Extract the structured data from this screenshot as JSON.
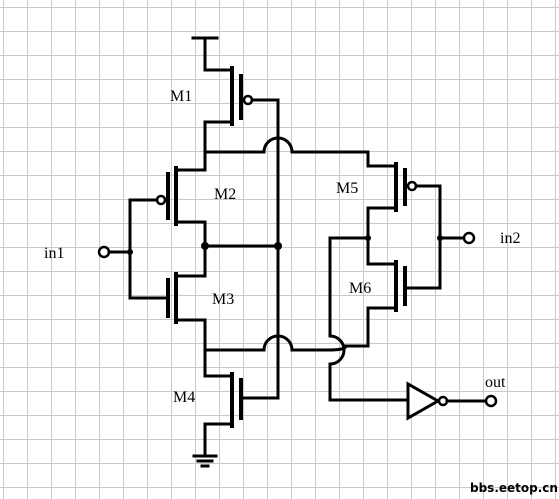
{
  "labels": {
    "m1": "M1",
    "m2": "M2",
    "m3": "M3",
    "m4": "M4",
    "m5": "M5",
    "m6": "M6",
    "in1": "in1",
    "in2": "in2",
    "out": "out"
  },
  "watermark": "bbs.eetop.cn",
  "colors": {
    "wire": "#000000",
    "grid": "#c9c9c9",
    "background": "#ffffff"
  },
  "icons": {
    "vdd": "vdd-supply-icon",
    "gnd": "ground-icon",
    "inverter": "inverter-icon"
  }
}
